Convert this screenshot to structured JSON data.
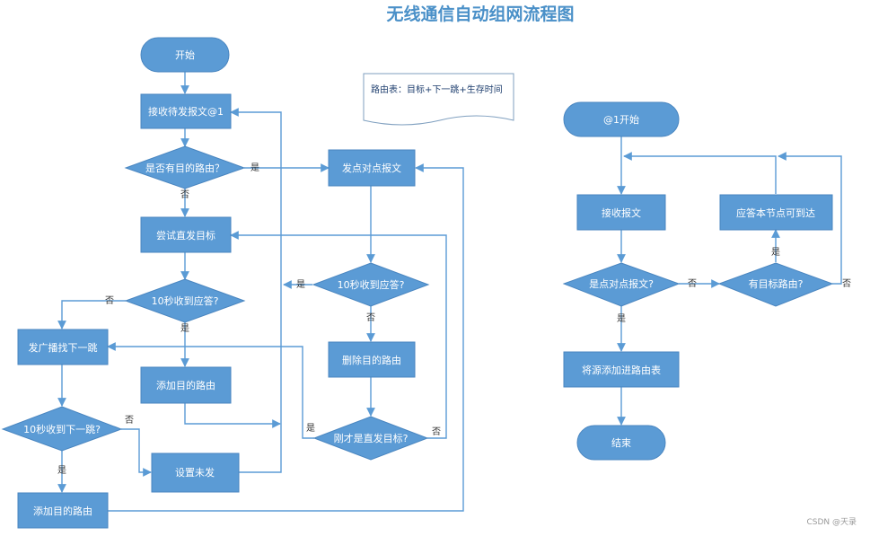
{
  "title": "无线通信自动组网流程图",
  "watermark": "CSDN @天录",
  "colors": {
    "node": "#5b9bd5",
    "edge": "#5b9bd5",
    "title": "#4a90c8"
  },
  "note": "路由表：目标+下一跳+生存时间",
  "nodes": {
    "start": "开始",
    "recv_pending": "接收待发报文@1",
    "has_route": "是否有目的路由？",
    "send_p2p": "发点对点报文",
    "try_direct": "尝试直发目标",
    "ack10": "10秒收到应答?",
    "ack10_right": "10秒收到应答?",
    "broadcast": "发广播找下一跳",
    "del_route": "删除目的路由",
    "add_route_mid": "添加目的路由",
    "next10": "10秒收到下一跳?",
    "was_direct": "刚才是直发目标?",
    "set_unsent": "设置未发",
    "add_route_bottom": "添加目的路由",
    "start2": "@1开始",
    "recv_msg": "接收报文",
    "reply_reach": "应答本节点可到达",
    "is_p2p": "是点对点报文?",
    "has_target_route": "有目标路由?",
    "add_to_table": "将源添加进路由表",
    "end": "结束"
  },
  "labels": {
    "yes": "是",
    "no": "否"
  }
}
